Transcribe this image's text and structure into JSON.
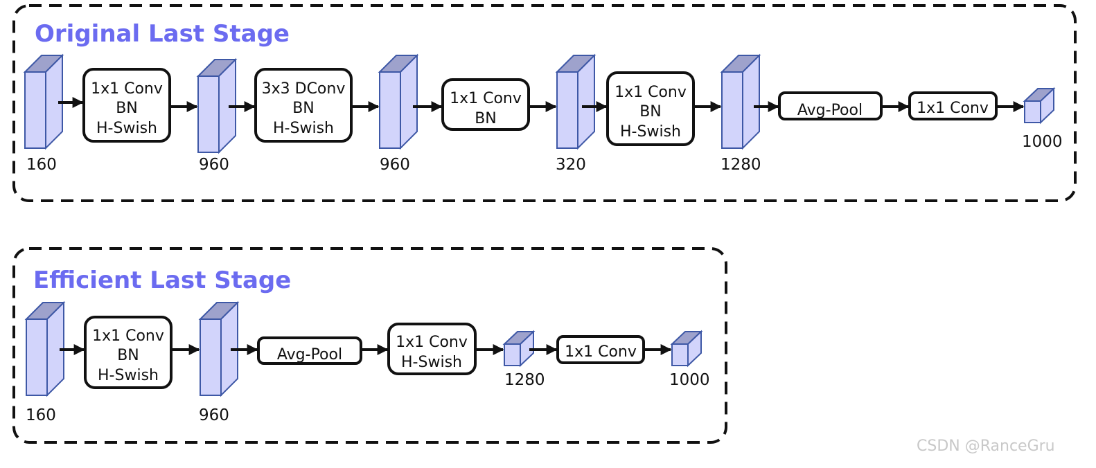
{
  "panels": {
    "original": {
      "title": "Original Last Stage",
      "tensor_labels": [
        "160",
        "960",
        "960",
        "320",
        "1280",
        "1000"
      ],
      "ops": [
        {
          "lines": [
            "1x1 Conv",
            "BN",
            "H-Swish"
          ]
        },
        {
          "lines": [
            "3x3 DConv",
            "BN",
            "H-Swish"
          ]
        },
        {
          "lines": [
            "1x1 Conv",
            "BN"
          ]
        },
        {
          "lines": [
            "1x1 Conv",
            "BN",
            "H-Swish"
          ]
        },
        {
          "lines": [
            "Avg-Pool"
          ]
        },
        {
          "lines": [
            "1x1 Conv"
          ]
        }
      ]
    },
    "efficient": {
      "title": "Efficient Last Stage",
      "tensor_labels": [
        "160",
        "960",
        "1280",
        "1000"
      ],
      "ops": [
        {
          "lines": [
            "1x1 Conv",
            "BN",
            "H-Swish"
          ]
        },
        {
          "lines": [
            "Avg-Pool"
          ]
        },
        {
          "lines": [
            "1x1 Conv",
            "H-Swish"
          ]
        },
        {
          "lines": [
            "1x1 Conv"
          ]
        }
      ]
    }
  },
  "watermark": "CSDN @RanceGru",
  "colors": {
    "title": "#6b6bf0",
    "tensor_front": "#d2d4fb",
    "tensor_top": "#9ea2cc",
    "tensor_edge": "#3e58a6"
  }
}
